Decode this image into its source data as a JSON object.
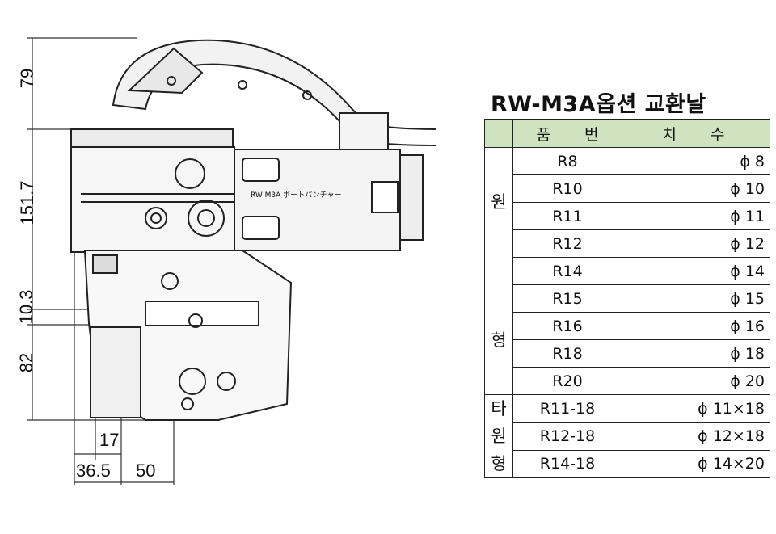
{
  "drawing": {
    "dimensions": {
      "d79": "79",
      "d151_7": "151.7",
      "d10_3": "10.3",
      "d82": "82",
      "d17": "17",
      "d36_5": "36.5",
      "d50": "50"
    },
    "tool_label": "RW M3A  ポートパンチャー"
  },
  "table": {
    "title": "RW-M3A옵션 교환날",
    "header": {
      "part_no": "품 번",
      "size": "치 수"
    },
    "groups": [
      {
        "label_chars": [
          "원",
          "형"
        ],
        "rows": [
          {
            "part": "R8",
            "size": "ϕ 8"
          },
          {
            "part": "R10",
            "size": "ϕ 10"
          },
          {
            "part": "R11",
            "size": "ϕ 11"
          },
          {
            "part": "R12",
            "size": "ϕ 12"
          },
          {
            "part": "R14",
            "size": "ϕ 14"
          },
          {
            "part": "R15",
            "size": "ϕ 15"
          },
          {
            "part": "R16",
            "size": "ϕ 16"
          },
          {
            "part": "R18",
            "size": "ϕ 18"
          },
          {
            "part": "R20",
            "size": "ϕ 20"
          }
        ]
      },
      {
        "label_chars": [
          "타",
          "원",
          "형"
        ],
        "rows": [
          {
            "part": "R11-18",
            "size": "ϕ 11×18"
          },
          {
            "part": "R12-18",
            "size": "ϕ 12×18"
          },
          {
            "part": "R14-18",
            "size": "ϕ 14×20"
          }
        ]
      }
    ]
  },
  "colors": {
    "header_fill": "#cfe3c0",
    "line": "#222222"
  }
}
